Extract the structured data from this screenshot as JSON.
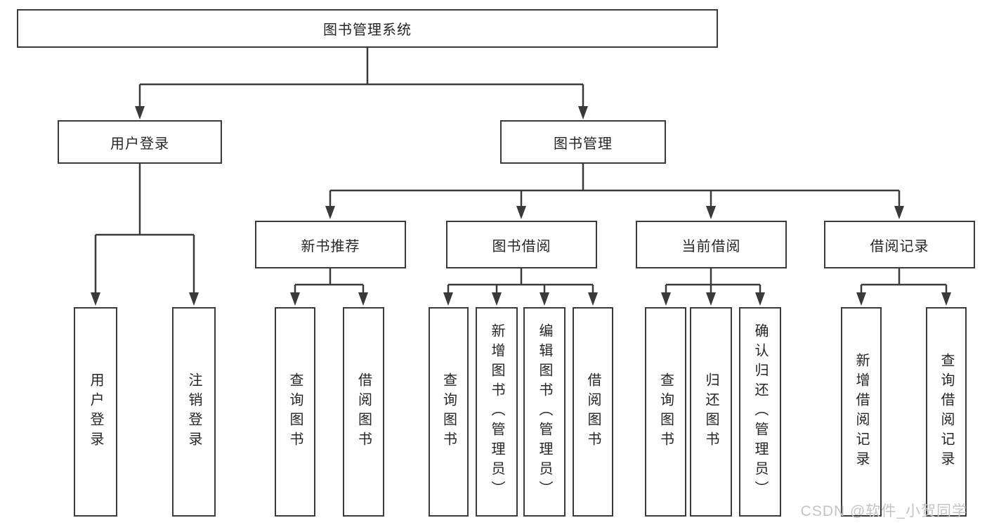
{
  "diagram": {
    "type": "hierarchy-flowchart",
    "colors": {
      "line": "#3a3a3a",
      "box_border": "#3a3a3a",
      "box_fill": "#ffffff",
      "text": "#262626",
      "watermark": "#c7c3c3",
      "background": "#ffffff"
    },
    "tree": {
      "label": "图书管理系统",
      "children": [
        {
          "label": "用户登录",
          "children": [
            {
              "label": "用户登录"
            },
            {
              "label": "注销登录"
            }
          ]
        },
        {
          "label": "图书管理",
          "children": [
            {
              "label": "新书推荐",
              "children": [
                {
                  "label": "查询图书"
                },
                {
                  "label": "借阅图书"
                }
              ]
            },
            {
              "label": "图书借阅",
              "children": [
                {
                  "label": "查询图书"
                },
                {
                  "label": "新增图书（管理员）"
                },
                {
                  "label": "编辑图书（管理员）"
                },
                {
                  "label": "借阅图书"
                }
              ]
            },
            {
              "label": "当前借阅",
              "children": [
                {
                  "label": "查询图书"
                },
                {
                  "label": "归还图书"
                },
                {
                  "label": "确认归还（管理员）"
                }
              ]
            },
            {
              "label": "借阅记录",
              "children": [
                {
                  "label": "新增借阅记录"
                },
                {
                  "label": "查询借阅记录"
                }
              ]
            }
          ]
        }
      ]
    },
    "watermark": "CSDN @软件_小贺同学"
  }
}
